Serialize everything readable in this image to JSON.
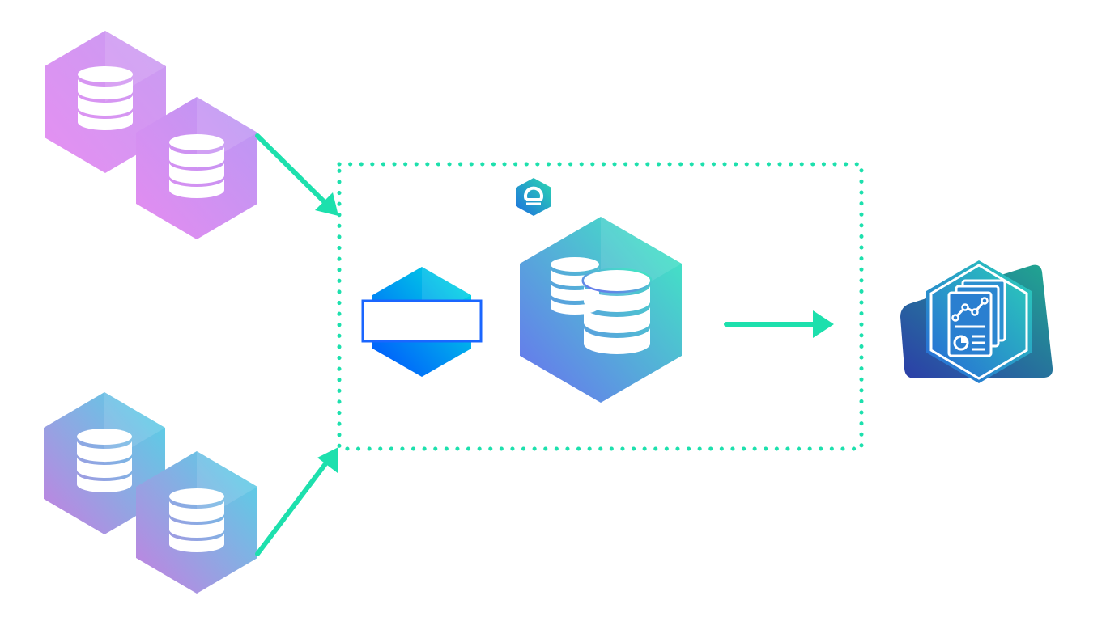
{
  "colors": {
    "background": "#ffffff",
    "connector": "#1de0ad",
    "source_group_top": [
      "#c79cf2",
      "#e68ff2"
    ],
    "source_group_bottom": [
      "#4fd6e6",
      "#c77ee0"
    ],
    "etl_gradient": [
      "#00e5e0",
      "#0050ff"
    ],
    "warehouse_gradient": [
      "#3ef0c0",
      "#6a6ff0"
    ],
    "report_back": [
      "#20a890",
      "#2c3da8"
    ],
    "report_front": [
      "#2ad0b8",
      "#2866d8"
    ],
    "logo": [
      "#2bd9b0",
      "#1e6fe0"
    ]
  },
  "icons": {
    "source_database": "database-icon",
    "etl_tool": "etl-tool-icon",
    "warehouse": "data-warehouse-icon",
    "platform_logo": "platform-logo-icon",
    "report": "report-icon"
  },
  "diagram": {
    "source_groups": [
      {
        "id": "top",
        "databases": 2
      },
      {
        "id": "bottom",
        "databases": 2
      }
    ],
    "boundary": {
      "style": "dotted"
    },
    "etl_label": "",
    "flow": [
      "source_groups",
      "etl_tool",
      "warehouse",
      "report"
    ]
  }
}
